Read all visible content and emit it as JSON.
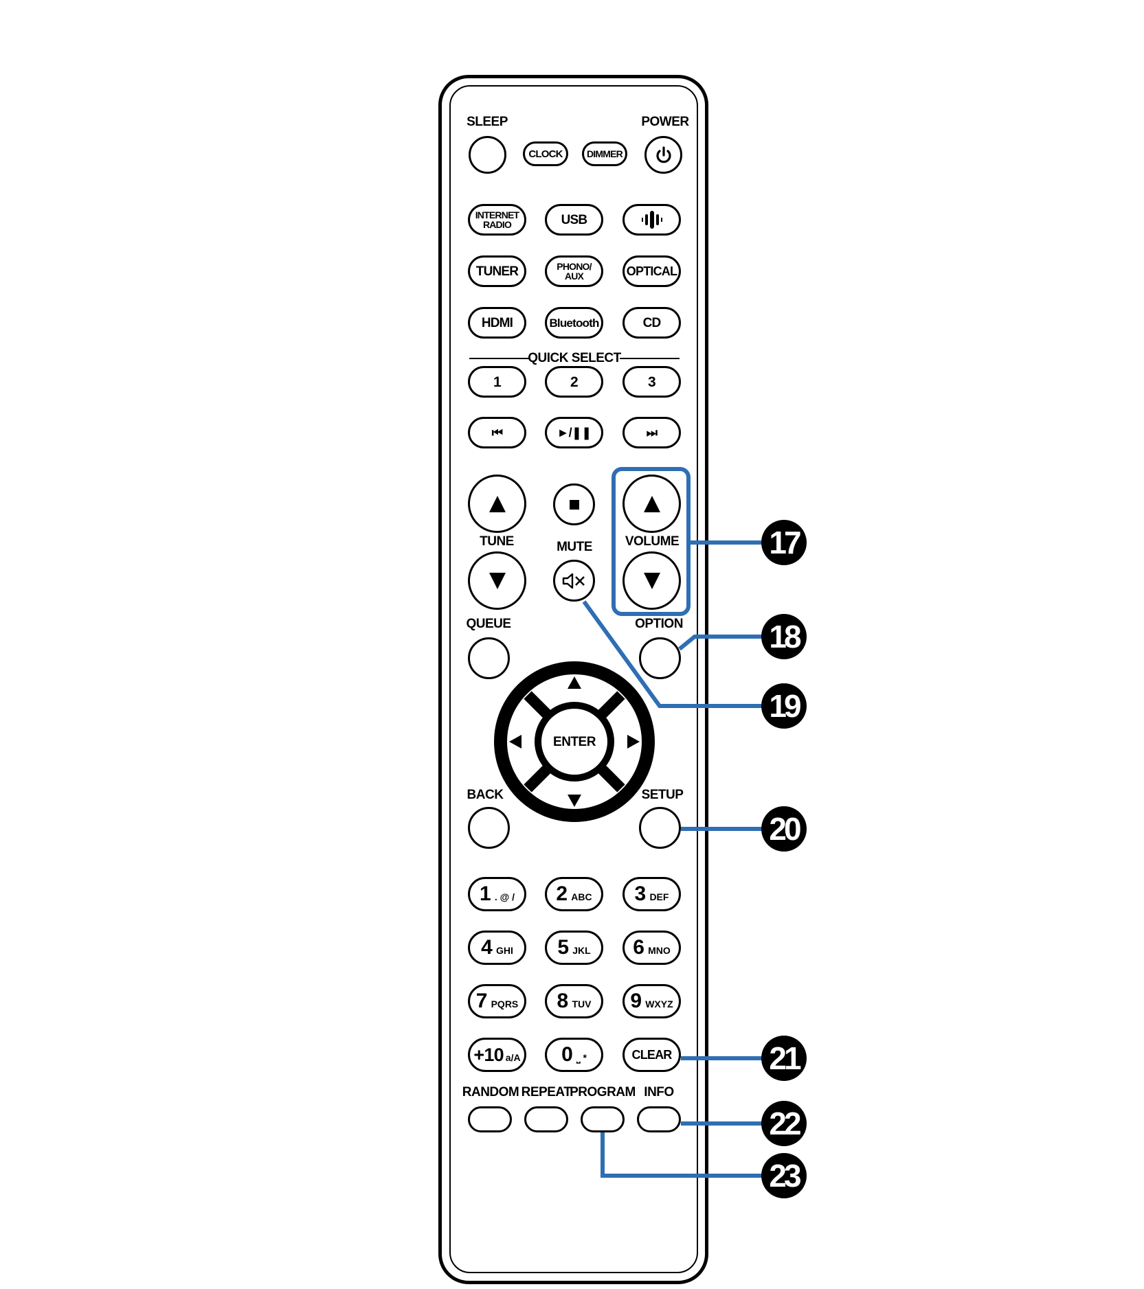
{
  "labels": {
    "sleep": "SLEEP",
    "power": "POWER",
    "quick_select": "QUICK SELECT",
    "tune": "TUNE",
    "mute": "MUTE",
    "volume": "VOLUME",
    "queue": "QUEUE",
    "option": "OPTION",
    "back": "BACK",
    "setup": "SETUP",
    "random": "RANDOM",
    "repeat": "REPEAT",
    "program": "PROGRAM",
    "info": "INFO"
  },
  "buttons": {
    "clock": "CLOCK",
    "dimmer": "DIMMER",
    "internet_radio_1": "INTERNET",
    "internet_radio_2": "RADIO",
    "usb": "USB",
    "tuner": "TUNER",
    "phono_1": "PHONO/",
    "phono_2": "AUX",
    "optical": "OPTICAL",
    "hdmi": "HDMI",
    "bluetooth": "Bluetooth",
    "cd": "CD",
    "qs1": "1",
    "qs2": "2",
    "qs3": "3",
    "prev": "⏮",
    "playpause": "►/❚❚",
    "next": "⏭",
    "enter": "ENTER",
    "clear": "CLEAR",
    "k1": "1",
    "k1s": ". @ /",
    "k2": "2",
    "k2s": "ABC",
    "k3": "3",
    "k3s": "DEF",
    "k4": "4",
    "k4s": "GHI",
    "k5": "5",
    "k5s": "JKL",
    "k6": "6",
    "k6s": "MNO",
    "k7": "7",
    "k7s": "PQRS",
    "k8": "8",
    "k8s": "TUV",
    "k9": "9",
    "k9s": "WXYZ",
    "k10": "+10",
    "k10s": "a/A",
    "k0": "0",
    "k0s": "⎵ *"
  },
  "callouts": [
    "17",
    "18",
    "19",
    "20",
    "21",
    "22",
    "23"
  ],
  "colors": {
    "callout_line": "#2e6fb3",
    "ink": "#000000"
  },
  "icons": [
    "power-icon",
    "heos-icon",
    "stop-icon",
    "mute-icon",
    "up-arrow-icon",
    "down-arrow-icon",
    "left-arrow-icon",
    "right-arrow-icon"
  ]
}
